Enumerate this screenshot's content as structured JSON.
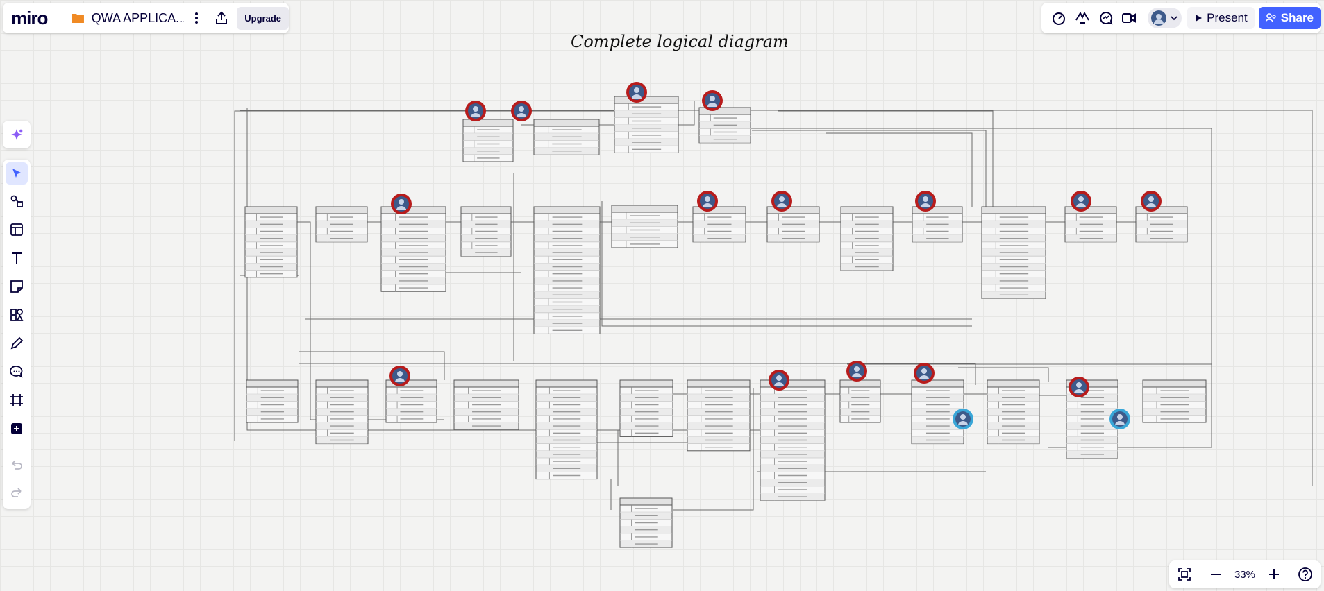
{
  "app": {
    "logo": "miro",
    "board_name": "QWA APPLICA...",
    "upgrade_label": "Upgrade"
  },
  "actions": {
    "present_label": "Present",
    "share_label": "Share"
  },
  "zoom": {
    "level": "33%"
  },
  "board": {
    "title": "Complete logical diagram"
  },
  "colors": {
    "accent": "#4262ff",
    "avatar_ring": "#b81c1c",
    "avatar_ring_alt": "#3aa7d8"
  },
  "icons": {
    "folder": "folder-icon",
    "more": "more-vertical-icon",
    "export": "export-icon",
    "timer": "timer-icon",
    "reactions": "reactions-icon",
    "chat": "chat-icon",
    "video": "video-icon",
    "ai": "sparkle-icon",
    "select": "cursor-icon",
    "diagram": "diagram-icon",
    "templates": "templates-icon",
    "text": "text-icon",
    "sticky": "sticky-note-icon",
    "shapes": "shapes-icon",
    "pen": "pen-icon",
    "comment": "comment-icon",
    "frame": "frame-icon",
    "more_apps": "plus-square-icon",
    "undo": "undo-icon",
    "redo": "redo-icon",
    "fit": "fit-screen-icon",
    "zoom_out": "zoom-out-icon",
    "zoom_in": "zoom-in-icon",
    "help": "help-icon"
  }
}
